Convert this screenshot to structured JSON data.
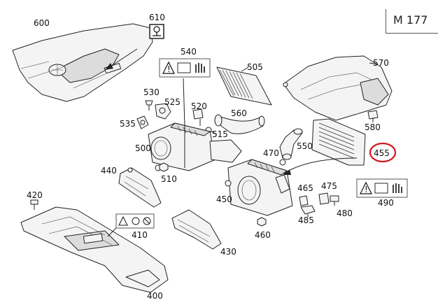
{
  "model_label": "M 177",
  "highlight_color": "#d0191e",
  "highlighted_part": "455",
  "callouts": [
    {
      "id": "600",
      "label": "600"
    },
    {
      "id": "610",
      "label": "610"
    },
    {
      "id": "540",
      "label": "540"
    },
    {
      "id": "505",
      "label": "505"
    },
    {
      "id": "570",
      "label": "570"
    },
    {
      "id": "530",
      "label": "530"
    },
    {
      "id": "525",
      "label": "525"
    },
    {
      "id": "520",
      "label": "520"
    },
    {
      "id": "560",
      "label": "560"
    },
    {
      "id": "580",
      "label": "580"
    },
    {
      "id": "535",
      "label": "535"
    },
    {
      "id": "515",
      "label": "515"
    },
    {
      "id": "500",
      "label": "500"
    },
    {
      "id": "550",
      "label": "550"
    },
    {
      "id": "455",
      "label": "455"
    },
    {
      "id": "470",
      "label": "470"
    },
    {
      "id": "440",
      "label": "440"
    },
    {
      "id": "510",
      "label": "510"
    },
    {
      "id": "465",
      "label": "465"
    },
    {
      "id": "475",
      "label": "475"
    },
    {
      "id": "490",
      "label": "490"
    },
    {
      "id": "420",
      "label": "420"
    },
    {
      "id": "450",
      "label": "450"
    },
    {
      "id": "480",
      "label": "480"
    },
    {
      "id": "485",
      "label": "485"
    },
    {
      "id": "410",
      "label": "410"
    },
    {
      "id": "460",
      "label": "460"
    },
    {
      "id": "430",
      "label": "430"
    },
    {
      "id": "400",
      "label": "400"
    }
  ],
  "icons": [
    "warning-triangle-icon",
    "manual-book-icon",
    "hand-stop-icon",
    "engine-cover-symbol-icon"
  ]
}
